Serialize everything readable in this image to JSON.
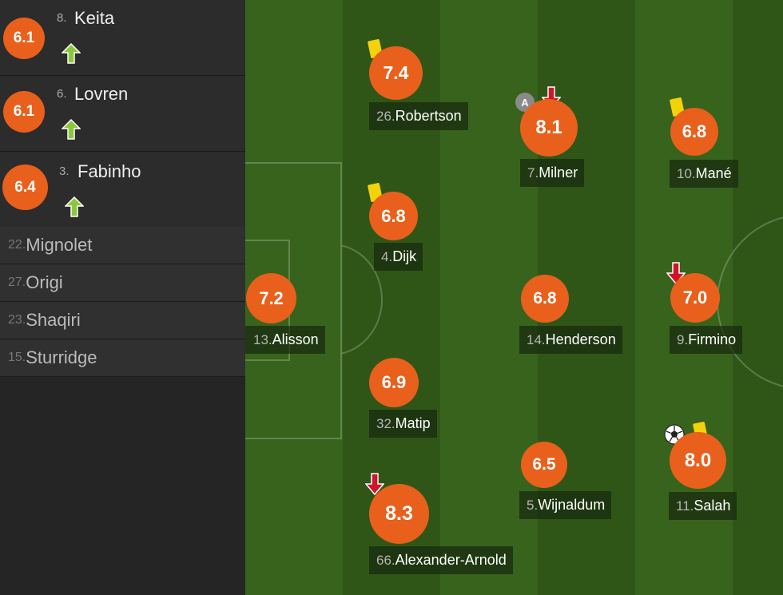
{
  "subs": [
    {
      "rating": "6.1",
      "number": "8.",
      "name": "Keita"
    },
    {
      "rating": "6.1",
      "number": "6.",
      "name": "Lovren"
    },
    {
      "rating": "6.4",
      "number": "3.",
      "name": "Fabinho"
    }
  ],
  "bench": [
    {
      "number": "22.",
      "name": "Mignolet"
    },
    {
      "number": "27.",
      "name": "Origi"
    },
    {
      "number": "23.",
      "name": "Shaqiri"
    },
    {
      "number": "15.",
      "name": "Sturridge"
    }
  ],
  "captain_badge": "A",
  "players": {
    "robertson": {
      "rating": "7.4",
      "number": "26.",
      "name": "Robertson"
    },
    "dijk": {
      "rating": "6.8",
      "number": "4.",
      "name": "Dijk"
    },
    "alisson": {
      "rating": "7.2",
      "number": "13.",
      "name": "Alisson"
    },
    "matip": {
      "rating": "6.9",
      "number": "32.",
      "name": "Matip"
    },
    "alexander_arnold": {
      "rating": "8.3",
      "number": "66.",
      "name": "Alexander-Arnold"
    },
    "milner": {
      "rating": "8.1",
      "number": "7.",
      "name": "Milner"
    },
    "henderson": {
      "rating": "6.8",
      "number": "14.",
      "name": "Henderson"
    },
    "wijnaldum": {
      "rating": "6.5",
      "number": "5.",
      "name": "Wijnaldum"
    },
    "mane": {
      "rating": "6.8",
      "number": "10.",
      "name": "Mané"
    },
    "firmino": {
      "rating": "7.0",
      "number": "9.",
      "name": "Firmino"
    },
    "salah": {
      "rating": "8.0",
      "number": "11.",
      "name": "Salah"
    }
  },
  "colors": {
    "rating": "#e8601c",
    "yellow_card": "#f3d20a",
    "sub_in_arrow": "#8cc63f",
    "sub_out_arrow": "#d0142c"
  }
}
